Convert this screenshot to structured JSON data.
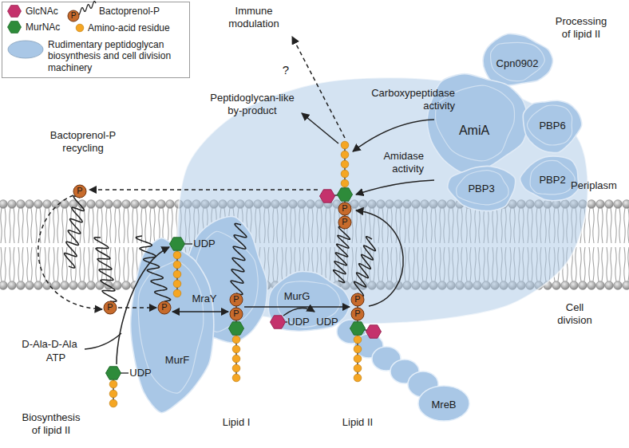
{
  "diagram": {
    "nodes": [
      {
        "text": [
          "Cpn0902"
        ]
      },
      {
        "text": [
          "AmiA"
        ]
      },
      {
        "text": [
          "PBP6"
        ]
      },
      {
        "text": [
          "PBP3"
        ]
      },
      {
        "text": [
          "PBP2"
        ]
      },
      {
        "text": [
          "MraY"
        ]
      },
      {
        "text": [
          "MurG"
        ]
      },
      {
        "text": [
          "MurF"
        ]
      },
      {
        "text": [
          "MreB"
        ]
      }
    ],
    "labels": [
      "P",
      "Immune modulation",
      "Processing of lipid II",
      "?",
      "Peptidoglycan-like by-product",
      "Carboxypeptidase activity",
      "Bactoprenol-P recycling",
      "Amidase activity",
      "Periplasm",
      "P",
      "P",
      "P",
      "UDP",
      "P",
      "P",
      "P",
      "P",
      "P",
      "P",
      "Cell division",
      "UDP",
      "UDP",
      "D-Ala-D-Ala",
      "ATP",
      "UDP",
      "Biosynthesis of lipid II",
      "Lipid I",
      "Lipid II"
    ],
    "legend": [
      {
        "text": "GlcNAc",
        "color": "#c4326c"
      },
      {
        "text": "MurNAc",
        "color": "#2e8b3a"
      },
      {
        "text": "Bactoprenol-P"
      },
      {
        "text": "Amino-acid residue",
        "color": "#f5a623"
      },
      {
        "text": "Rudimentary peptidoglycan biosynthesis and cell division machinery",
        "color": "#a9c7e6"
      }
    ]
  }
}
